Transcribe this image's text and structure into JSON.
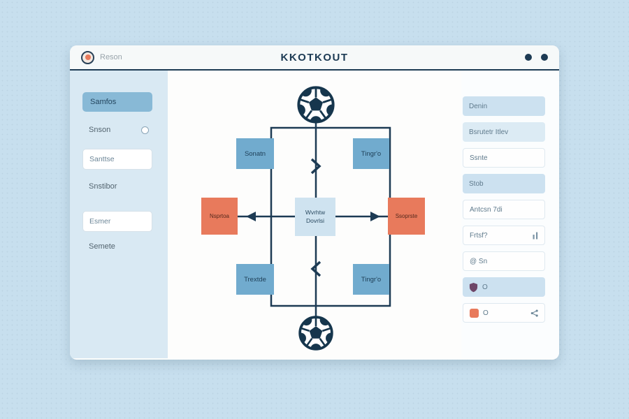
{
  "colors": {
    "background": "#c7dfee",
    "navy": "#1d3b54",
    "accent_blue": "#71abce",
    "accent_orange": "#e87a5c",
    "tint_blue": "#cce1f0",
    "sidebar_bg": "#d9e9f3"
  },
  "header": {
    "brand": "Reson",
    "title": "KKOTKOUT"
  },
  "sidebar": {
    "items": [
      {
        "label": "Samfos",
        "type": "button"
      },
      {
        "label": "Snson",
        "type": "radio"
      },
      {
        "label": "Santtse",
        "type": "field"
      },
      {
        "label": "Snstibor",
        "type": "label"
      },
      {
        "label": "Esmer",
        "type": "field"
      },
      {
        "label": "Semete",
        "type": "label"
      }
    ]
  },
  "diagram": {
    "top_icon": "soccer-ball",
    "bottom_icon": "soccer-ball",
    "top_left": "Sonatn",
    "top_right": "Tingr'o",
    "bottom_left": "Trextde",
    "bottom_right": "Tingr'o",
    "left": "Nsprtoa",
    "right": "Ssoprste",
    "center_line1": "Wvrhtw",
    "center_line2": "Dovrlsi"
  },
  "right_panel": {
    "items": [
      {
        "label": "Denin"
      },
      {
        "label": "Bsrutetr Itlev"
      },
      {
        "label": "Ssnte"
      },
      {
        "label": "Stob"
      },
      {
        "label": "Antcsn 7di"
      },
      {
        "label": "Frtsf?",
        "trailing_icon": "bars-icon"
      },
      {
        "label": "@ Sn"
      },
      {
        "label": "O",
        "leading_icon": "shield-icon"
      },
      {
        "label": "O",
        "leading_icon": "badge-icon",
        "trailing_icon": "share-icon"
      }
    ]
  }
}
